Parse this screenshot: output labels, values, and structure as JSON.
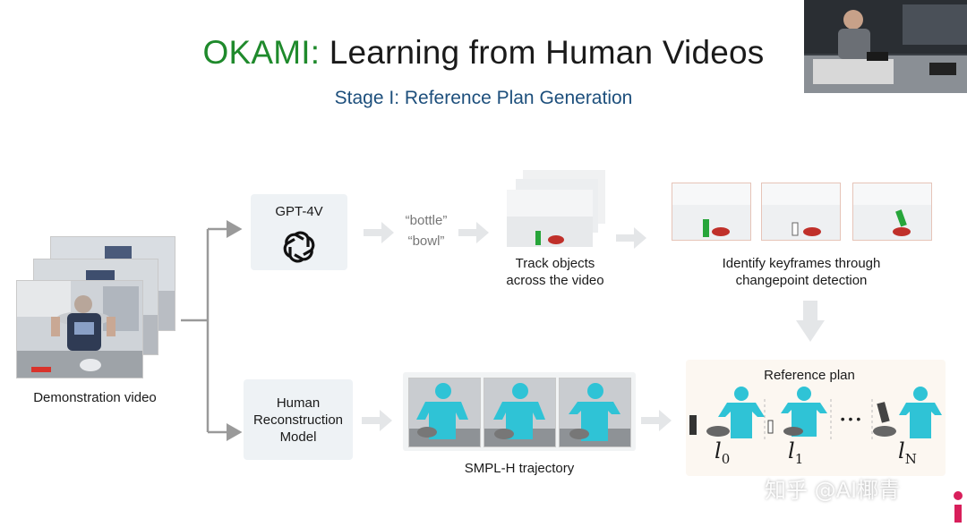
{
  "header": {
    "title_accent": "OKAMI:",
    "title_rest": " Learning from Human Videos",
    "subtitle": "Stage I: Reference Plan Generation"
  },
  "left": {
    "demo_label": "Demonstration video"
  },
  "gpt": {
    "label": "GPT-4V",
    "objects": [
      "“bottle”",
      "“bowl”"
    ]
  },
  "track": {
    "label_line1": "Track objects",
    "label_line2": "across the video"
  },
  "keyframes": {
    "label_line1": "Identify keyframes through",
    "label_line2": "changepoint detection"
  },
  "hrm": {
    "line1": "Human",
    "line2": "Reconstruction",
    "line3": "Model"
  },
  "smpl": {
    "label": "SMPL-H trajectory"
  },
  "reference": {
    "title": "Reference plan",
    "ellipsis": "• • •",
    "l0": {
      "base": "l",
      "sub": "0"
    },
    "l1": {
      "base": "l",
      "sub": "1"
    },
    "lN": {
      "base": "l",
      "sub": "N"
    }
  },
  "watermark": "知乎 @AI椰青",
  "colors": {
    "accent_green": "#1f8a2c",
    "subtitle_blue": "#1d4f7c",
    "human_cyan": "#2fc3d6",
    "box_bg": "#eef2f5",
    "arrow_gray": "#9a9a9a"
  }
}
